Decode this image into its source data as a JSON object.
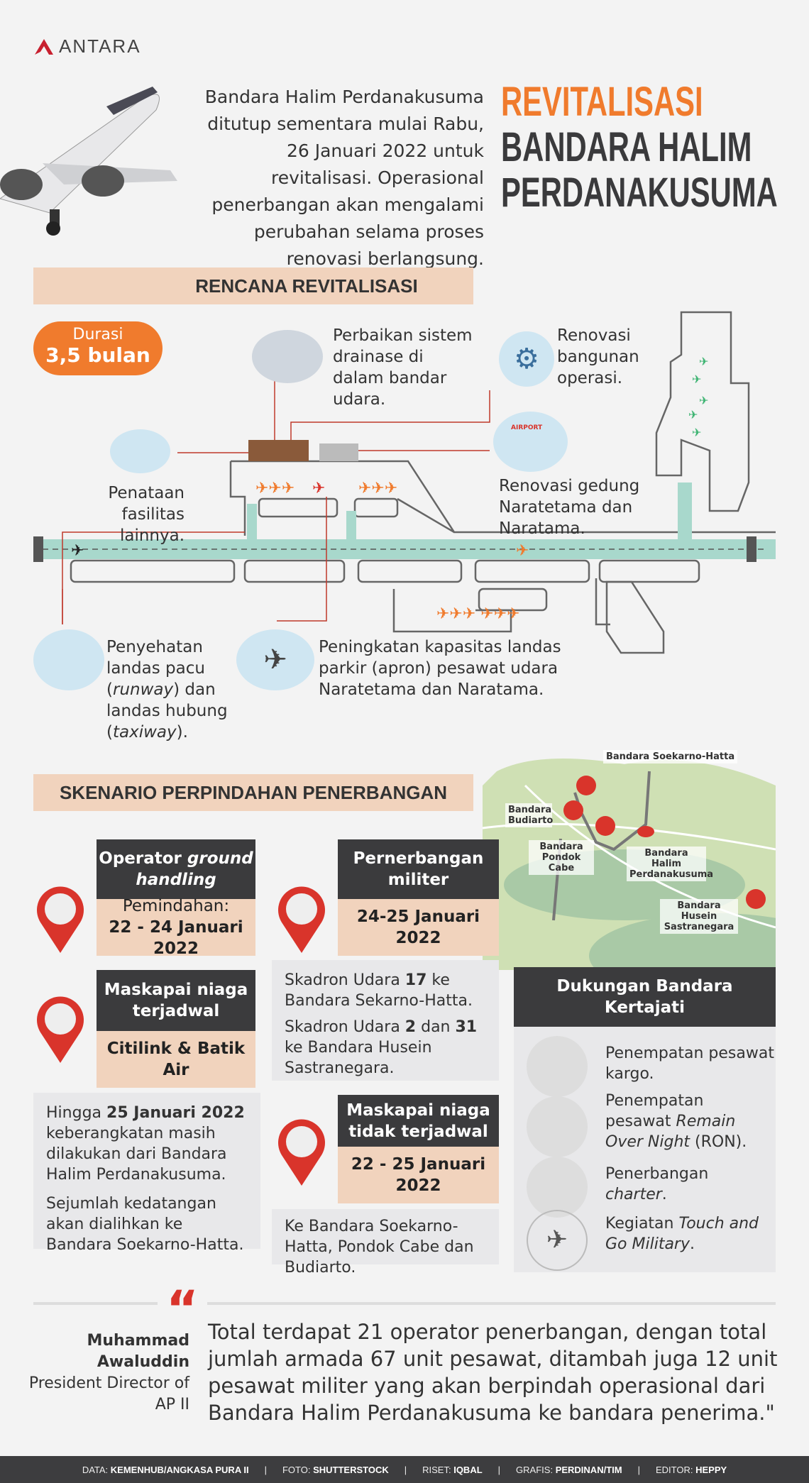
{
  "logo": {
    "text": "ANTARA"
  },
  "intro": "Bandara Halim Perdanakusuma ditutup sementara mulai Rabu, 26 Januari 2022 untuk revitalisasi. Operasional penerbangan akan mengalami perubahan selama proses renovasi berlangsung.",
  "title": {
    "line1": "REVITALISASI",
    "line2": "BANDARA HALIM",
    "line3": "PERDANAKUSUMA"
  },
  "rencana": {
    "header": "RENCANA REVITALISASI",
    "durasi_label": "Durasi",
    "durasi_value": "3,5 bulan",
    "callouts": {
      "drainase": "Perbaikan sistem drainase di dalam bandar udara.",
      "operasi": "Renovasi bangunan operasi.",
      "fasilitas": "Penataan fasilitas lainnya.",
      "gedung": "Renovasi gedung Naratetama dan Naratama.",
      "runway": {
        "a": "Penyehatan landas pacu (",
        "b": "runway",
        "c": ") dan landas hubung (",
        "d": "taxiway",
        "e": ")."
      },
      "apron": "Peningkatan kapasitas landas parkir (apron) pesawat udara Naratetama dan Naratama."
    },
    "icon_airport_sign": "AIRPORT"
  },
  "skenario": {
    "header": "SKENARIO PERPINDAHAN PENERBANGAN",
    "map_labels": [
      "Bandara Soekarno-Hatta",
      "Bandara Budiarto",
      "Bandara Pondok Cabe",
      "Bandara Halim Perdanakusuma",
      "Bandara Husein Sastranegara"
    ],
    "ground": {
      "title_a": "Operator ",
      "title_b": "ground handling",
      "label": "Pemindahan:",
      "dates": "22 - 24 Januari 2022"
    },
    "militer": {
      "title": "Pernerbangan militer",
      "dates": "24-25 Januari 2022",
      "t1a": "Skadron Udara ",
      "t1b": "17",
      "t1c": " ke Bandara Sekarno-Hatta.",
      "t2a": "Skadron Udara ",
      "t2b": "2",
      "t2c": " dan ",
      "t2d": "31",
      "t2e": " ke Bandara Husein Sastranegara."
    },
    "terjadwal": {
      "title": "Maskapai niaga terjadwal",
      "airlines": "Citilink & Batik Air",
      "p1a": "Hingga ",
      "p1b": "25 Januari 2022",
      "p1c": " keberangkatan masih dilakukan dari Bandara Halim Perdanakusuma.",
      "p2": "Sejumlah kedatangan akan dialihkan ke Bandara Soekarno-Hatta."
    },
    "tidak_terjadwal": {
      "title": "Maskapai niaga tidak terjadwal",
      "dates": "22 - 25 Januari 2022",
      "text": "Ke Bandara Soekarno-Hatta, Pondok Cabe dan Budiarto."
    },
    "kertajati": {
      "title": "Dukungan Bandara Kertajati",
      "i1": "Penempatan pesawat kargo.",
      "i2a": "Penempatan pesawat ",
      "i2b": "Remain Over Night",
      "i2c": " (RON).",
      "i3a": "Penerbangan ",
      "i3b": "charter",
      "i3c": ".",
      "i4a": "Kegiatan ",
      "i4b": "Touch and Go Military",
      "i4c": "."
    }
  },
  "quote": {
    "mark": "“",
    "name": "Muhammad Awaluddin",
    "role": "President Director of AP II",
    "text": "Total terdapat 21 operator penerbangan, dengan total jumlah armada 67 unit pesawat, ditambah juga 12 unit pesawat militer yang akan berpindah operasional dari Bandara Halim Perdanakusuma ke bandara penerima.\""
  },
  "footer": [
    {
      "k": "DATA:",
      "v": "KEMENHUB/ANGKASA PURA II"
    },
    {
      "k": "FOTO:",
      "v": "SHUTTERSTOCK"
    },
    {
      "k": "RISET:",
      "v": "IQBAL"
    },
    {
      "k": "GRAFIS:",
      "v": "PERDINAN/TIM"
    },
    {
      "k": "EDITOR:",
      "v": "HEPPY"
    }
  ],
  "colors": {
    "accent": "#f07b2d",
    "dark": "#3b3b3d",
    "tan": "#f1d3bd",
    "runway": "#a8d8cc",
    "pin": "#d9342b"
  }
}
